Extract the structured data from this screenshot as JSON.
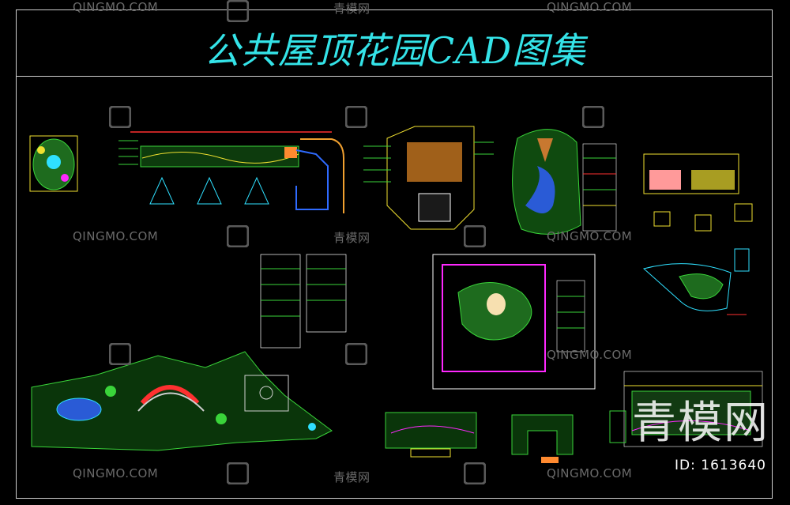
{
  "title": "公共屋顶花园CAD图集",
  "id_label": "ID: 1613640",
  "big_watermark": "青模网",
  "watermarks": [
    {
      "text": "QINGMO.COM"
    },
    {
      "text": "青模网"
    },
    {
      "text": "QINGMO.COM"
    },
    {
      "text": "QINGMO.COM"
    },
    {
      "text": "青模网"
    },
    {
      "text": "QINGMO.COM"
    },
    {
      "text": "QINGMO.COM"
    },
    {
      "text": "青模网"
    },
    {
      "text": "QINGMO.COM"
    },
    {
      "text": "QINGMO.COM"
    }
  ],
  "colors": {
    "background": "#000000",
    "title": "#34e3e8",
    "frame": "#cfcfcf",
    "cad_green": "#3ad43a",
    "cad_yellow": "#f0e030",
    "cad_magenta": "#ff28ff",
    "cad_cyan": "#2fe0ff",
    "cad_red": "#ff3030"
  }
}
